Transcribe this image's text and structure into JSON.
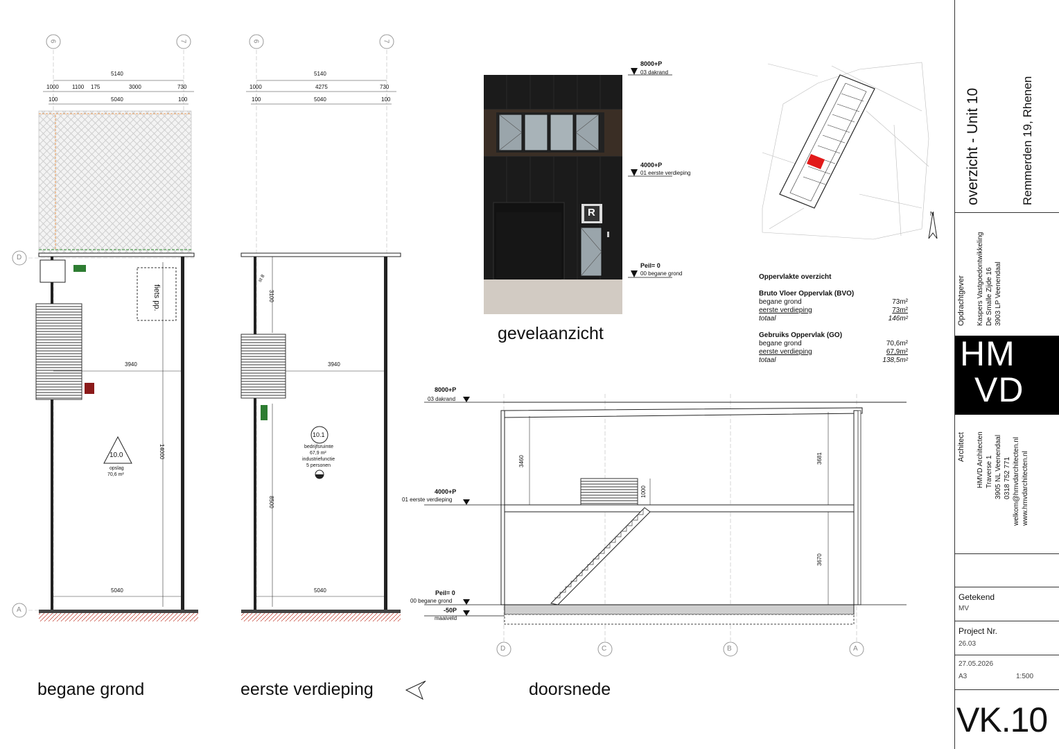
{
  "titles": {
    "ground": "begane grond",
    "first": "eerste verdieping",
    "section": "doorsnede",
    "facade": "gevelaanzicht"
  },
  "grid": {
    "six": "6",
    "seven": "7",
    "D": "D",
    "A": "A",
    "C": "C",
    "B": "B"
  },
  "ground_plan": {
    "dim_total": "5140",
    "dim_a": "1000",
    "dim_b": "1100",
    "dim_c": "175",
    "dim_d": "3000",
    "dim_e": "730",
    "dim_f": "100",
    "dim_g": "5040",
    "dim_h": "100",
    "dim_width": "3940",
    "dim_length": "14000",
    "dim_bottom": "5040",
    "bike": "fiets pp.",
    "room_no": "10.0",
    "room_name": "opslag",
    "room_area": "70,6 m²"
  },
  "first_plan": {
    "dim_total": "5140",
    "dim_a": "1000",
    "dim_b": "4275",
    "dim_c": "730",
    "dim_d": "100",
    "dim_e": "5040",
    "dim_f": "100",
    "dim_top": "3100",
    "dim_width": "3940",
    "dim_length": "8500",
    "dim_bottom": "5040",
    "stair": "st 8",
    "room_no": "10.1",
    "room_name": "bedrijfsruimte",
    "room_area": "67,9 m²",
    "room_func": "industriefunctie",
    "room_persons": "5 personen"
  },
  "facade": {
    "level_top": "8000+P",
    "level_top_name": "03 dakrand",
    "level_mid": "4000+P",
    "level_mid_name": "01 eerste verdieping",
    "level_base": "Peil= 0",
    "level_base_name": "00 begane grond",
    "sign": "R"
  },
  "section": {
    "level_top": "8000+P",
    "level_top_name": "03 dakrand",
    "level_mid": "4000+P",
    "level_mid_name": "01 eerste verdieping",
    "level_base": "Peil= 0",
    "level_base_name": "00 begane grond",
    "level_ground": "-50P",
    "level_ground_name": "maaiveld",
    "dim_upper": "3460",
    "dim_upper_r": "3681",
    "dim_lower": "3670",
    "dim_rail": "1000"
  },
  "site": {
    "north": "N",
    "unit_color": "#e21a1a"
  },
  "areas": {
    "title": "Oppervlakte overzicht",
    "bvo_title": "Bruto Vloer Oppervlak (BVO)",
    "bvo_rows": [
      {
        "label": "begane grond",
        "value": "73m²"
      },
      {
        "label": "eerste verdieping",
        "value": "73m²"
      },
      {
        "label": "totaal",
        "value": "146m²"
      }
    ],
    "go_title": "Gebruiks Oppervlak (GO)",
    "go_rows": [
      {
        "label": "begane grond",
        "value": "70,6m²"
      },
      {
        "label": "eerste verdieping",
        "value": "67,9m²"
      },
      {
        "label": "totaal",
        "value": "138,5m²"
      }
    ]
  },
  "titleblock": {
    "title": "overzicht - Unit 10",
    "address": "Remmerden 19, Rhenen",
    "client_label": "Opdrachtgever",
    "client_lines": [
      "Kaspers Vastgoedontwikkeling",
      "De Smalle Zijde 16",
      "3903 LP Veenendaal"
    ],
    "logo_top": "HM",
    "logo_bottom": "VD",
    "architect_label": "Architect",
    "architect_lines": [
      "HMVD Architecten",
      "Traverse 1",
      "3905 NL Veenendaal",
      "0318 752 771",
      "welkom@hmvdarchitecten.nl",
      "www.hmvdarchitecten.nl"
    ],
    "drawn_label": "Getekend",
    "drawn_value": "MV",
    "project_label": "Project Nr.",
    "project_value": "26.03",
    "date": "27.05.2026",
    "paper": "A3",
    "scale": "1:500",
    "sheet": "VK.10"
  }
}
